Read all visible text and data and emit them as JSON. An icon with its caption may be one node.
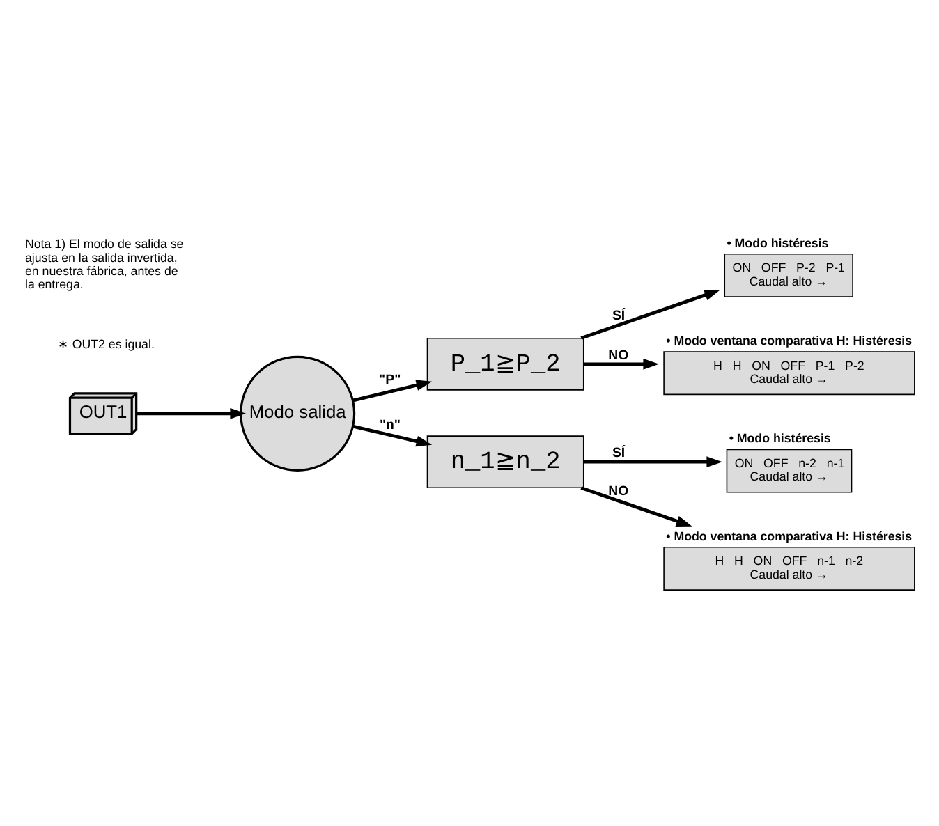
{
  "diagram": {
    "nodes": [
      {
        "text": [
          "OUT1"
        ]
      },
      {
        "text": [
          "Modo salida"
        ]
      },
      {
        "text": [
          "P_1≧P_2"
        ]
      },
      {
        "text": [
          "n_1≧n_2"
        ]
      },
      {
        "text": [
          "• Modo histéresis",
          "ON",
          "OFF",
          "P-2",
          "P-1",
          "Caudal alto →"
        ]
      },
      {
        "text": [
          "• Modo ventana comparativa H: Histéresis",
          "H",
          "H",
          "ON",
          "OFF",
          "P-1",
          "P-2",
          "Caudal alto →"
        ]
      },
      {
        "text": [
          "• Modo histéresis",
          "ON",
          "OFF",
          "n-2",
          "n-1",
          "Caudal alto →"
        ]
      },
      {
        "text": [
          "• Modo ventana comparativa H: Histéresis",
          "H",
          "H",
          "ON",
          "OFF",
          "n-1",
          "n-2",
          "Caudal alto →"
        ]
      }
    ],
    "edges": [
      {
        "from": 0,
        "to": 1,
        "arrow": "to"
      },
      {
        "from": 1,
        "to": 2,
        "arrow": "to",
        "label": "\"P\""
      },
      {
        "from": 1,
        "to": 3,
        "arrow": "to",
        "label": "\"n\""
      },
      {
        "from": 2,
        "to": 4,
        "arrow": "to",
        "label": "SÍ"
      },
      {
        "from": 2,
        "to": 5,
        "arrow": "to",
        "label": "NO"
      },
      {
        "from": 3,
        "to": 6,
        "arrow": "to",
        "label": "SÍ"
      },
      {
        "from": 3,
        "to": 7,
        "arrow": "to",
        "label": "NO"
      }
    ],
    "labels": [
      "∗ OUT2 es igual.",
      "Nota 1) El modo de salida se ajusta en la salida invertida, en nuestra fábrica, antes de la entrega."
    ]
  }
}
